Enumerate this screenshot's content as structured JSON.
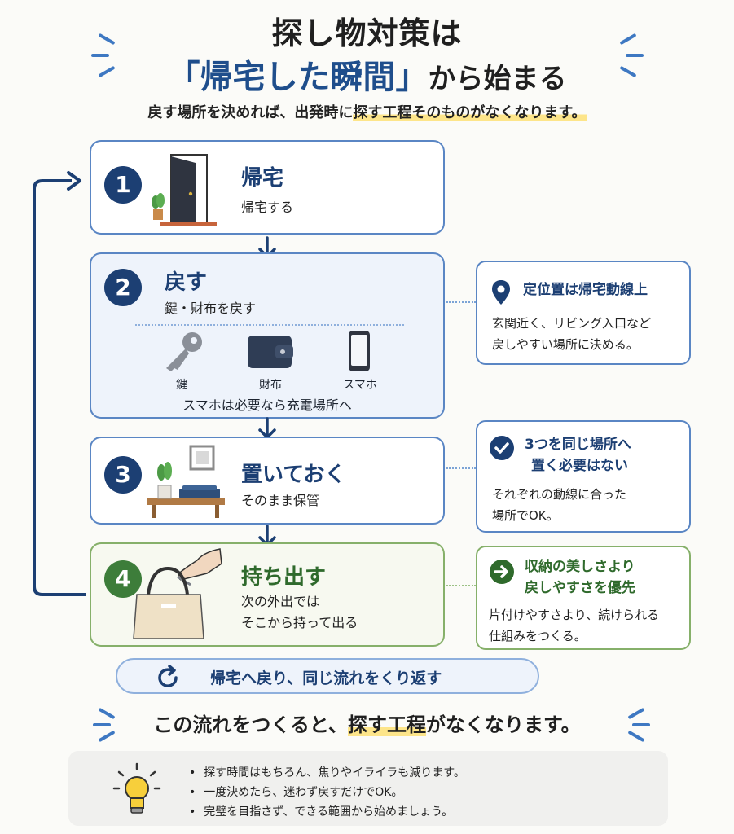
{
  "header": {
    "title_line1": "探し物対策は",
    "title_line2_highlight": "「帰宅した瞬間」",
    "title_line2_rest": "から始まる",
    "subtitle_plain": "戻す場所を決めれば、出発時に",
    "subtitle_marked": "探す工程そのものがなくなります。"
  },
  "steps": [
    {
      "number": "1",
      "title": "帰宅",
      "desc": "帰宅する",
      "icon": "door-icon"
    },
    {
      "number": "2",
      "title": "戻す",
      "desc": "鍵・財布を戻す",
      "items": [
        {
          "label": "鍵",
          "icon": "key-icon"
        },
        {
          "label": "財布",
          "icon": "wallet-icon"
        },
        {
          "label": "スマホ",
          "icon": "smartphone-icon"
        }
      ],
      "note": "スマホは必要なら充電場所へ"
    },
    {
      "number": "3",
      "title": "置いておく",
      "desc": "そのまま保管",
      "icon": "shelf-icon"
    },
    {
      "number": "4",
      "title": "持ち出す",
      "desc_line1": "次の外出では",
      "desc_line2": "そこから持って出る",
      "icon": "bag-icon"
    }
  ],
  "side_notes": [
    {
      "icon": "location-pin-icon",
      "title": "定位置は帰宅動線上",
      "text_line1": "玄関近く、リビング入口など",
      "text_line2": "戻しやすい場所に決める。"
    },
    {
      "icon": "check-circle-icon",
      "title_line1": "3つを同じ場所へ",
      "title_line2": "置く必要はない",
      "text_line1": "それぞれの動線に合った",
      "text_line2": "場所でOK。"
    },
    {
      "icon": "arrow-circle-icon",
      "title_line1": "収納の美しさより",
      "title_line2": "戻しやすさを優先",
      "text_line1": "片付けやすさより、続けられる",
      "text_line2": "仕組みをつくる。"
    }
  ],
  "loop": {
    "text": "帰宅へ戻り、同じ流れをくり返す",
    "icon": "refresh-icon"
  },
  "bottom": {
    "msg_plain": "この流れをつくると、",
    "msg_marked": "探す工程",
    "msg_rest": "がなくなります。"
  },
  "tips": [
    "探す時間はもちろん、焦りやイライラも減ります。",
    "一度決めたら、迷わず戻すだけでOK。",
    "完璧を目指さず、できる範囲から始めましょう。"
  ],
  "colors": {
    "navy": "#1c3f73",
    "green": "#3d7d3a",
    "highlight": "#fde58a",
    "card_border": "#5a86c4"
  }
}
